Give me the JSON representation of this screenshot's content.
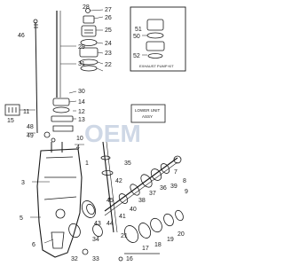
{
  "diagram": {
    "kit_box_label": "EXHAUST PUMP KIT",
    "kit_box_note": "",
    "lower_unit_label_line1": "LOWER UNIT",
    "lower_unit_label_line2": "ASSY",
    "watermark": "OEM",
    "callouts": {
      "c28": "28",
      "c27": "27",
      "c26": "26",
      "c25": "25",
      "c24": "24",
      "c23": "23",
      "c22": "22",
      "c46": "46",
      "c29": "29",
      "c31": "31",
      "c30": "30",
      "c14": "14",
      "c12": "12",
      "c13": "13",
      "c11": "11",
      "c10": "10",
      "c15": "15",
      "c50": "50",
      "c51": "51",
      "c52": "52",
      "c1": "1",
      "c48": "48",
      "c49": "49",
      "c3": "3",
      "c4": "4",
      "c5": "5",
      "c6": "6",
      "c7": "7",
      "c8": "8",
      "c9": "9",
      "c16": "16",
      "c17": "17",
      "c18": "18",
      "c19": "19",
      "c20": "20",
      "c21": "21",
      "c32": "32",
      "c33": "33",
      "c34": "34",
      "c35": "35",
      "c36": "36",
      "c37": "37",
      "c38": "38",
      "c39": "39",
      "c40": "40",
      "c41": "41",
      "c42": "42",
      "c43": "43",
      "c44": "44",
      "c45": "45"
    },
    "icons": [
      "exhaust-pump-kit-box",
      "lower-unit-assy-box",
      "lower-casing",
      "drive-shaft",
      "shift-rod",
      "propeller-shaft",
      "gears"
    ],
    "colors": {
      "ink": "#1a1a1a",
      "paper": "#ffffff",
      "watermark": "#cfd8e6"
    }
  }
}
